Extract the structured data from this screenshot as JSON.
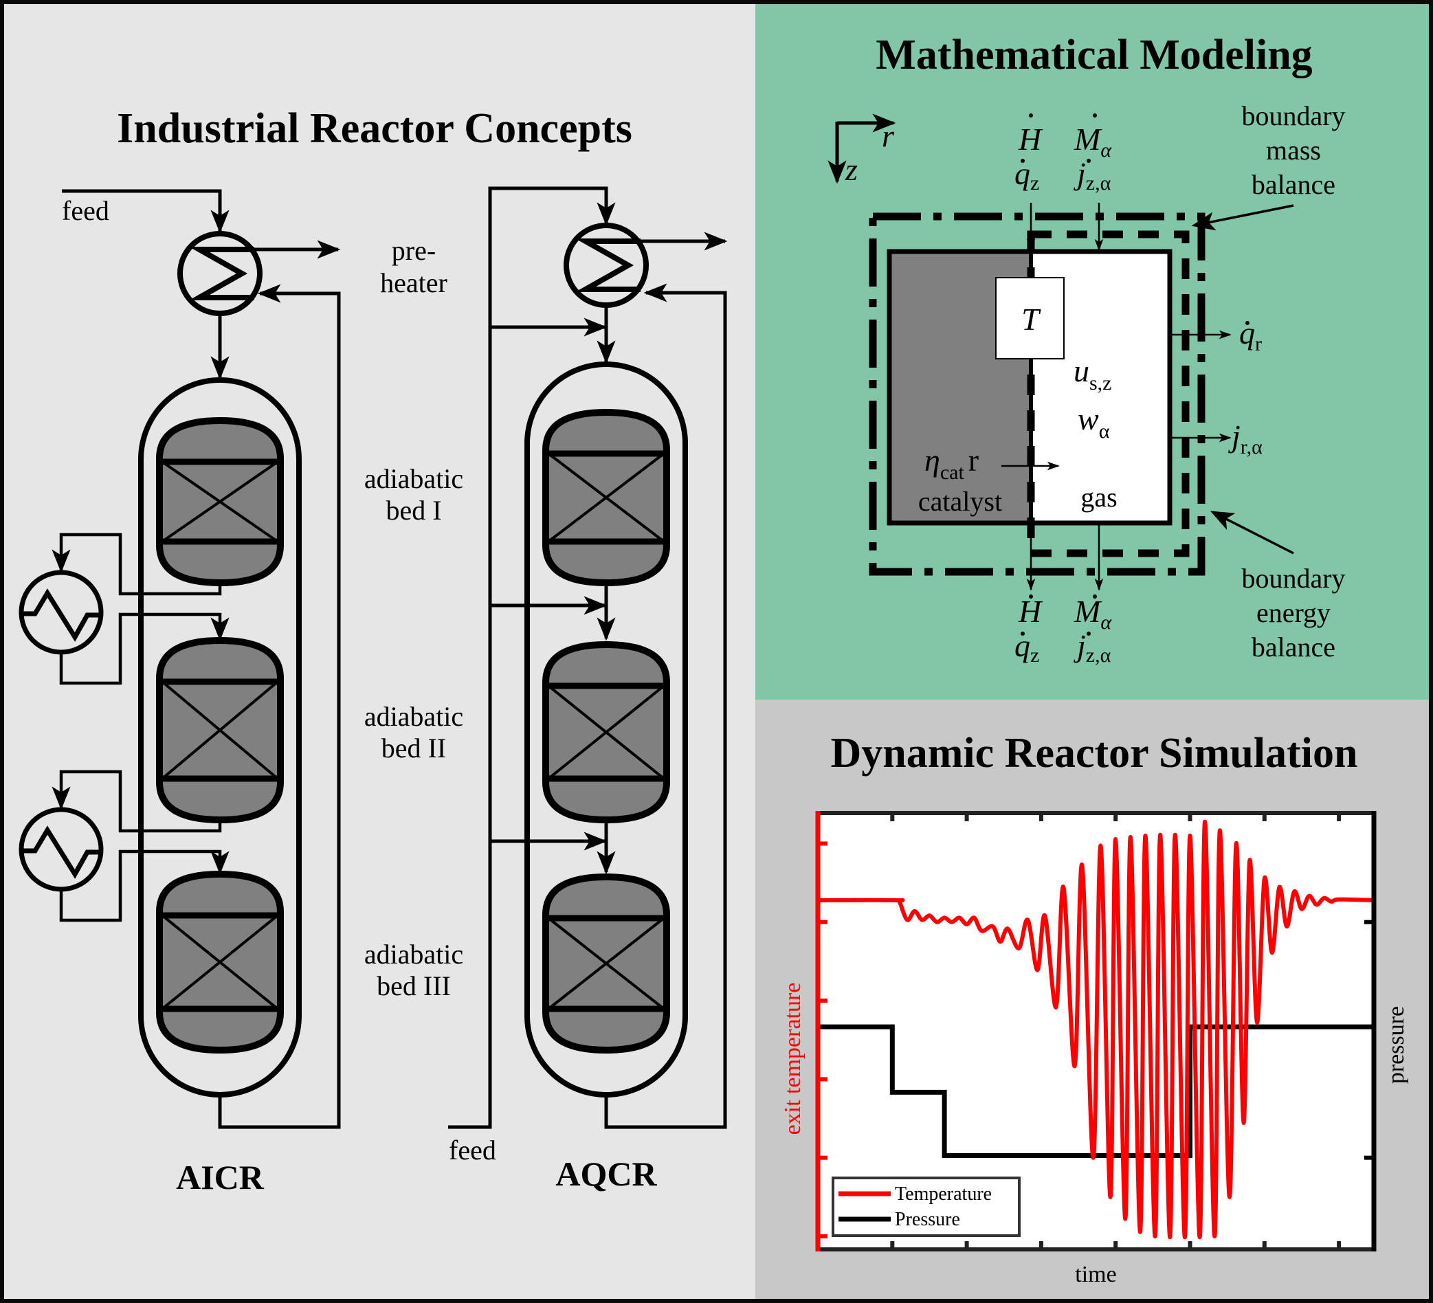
{
  "panels": {
    "reactor_concepts": {
      "title": "Industrial Reactor Concepts",
      "background": "#E6E6E6",
      "aicr": {
        "name": "AICR",
        "feed_label": "feed",
        "beds": 3,
        "interstage_heat_exchangers": 2
      },
      "aqcr": {
        "name": "AQCR",
        "feed_label": "feed",
        "beds": 3,
        "quench_injections": 3
      },
      "labels": {
        "preheater_line1": "pre-",
        "preheater_line2": "heater",
        "bed1_line1": "adiabatic",
        "bed1_line2": "bed I",
        "bed2_line1": "adiabatic",
        "bed2_line2": "bed II",
        "bed3_line1": "adiabatic",
        "bed3_line2": "bed III"
      }
    },
    "modeling": {
      "title": "Mathematical Modeling",
      "background": "#80C6A7",
      "axis_r": "r",
      "axis_z": "z",
      "top_in": {
        "H": "H",
        "qz": "q",
        "qz_sub": "z",
        "M": "M",
        "M_sub": "α",
        "j": "j",
        "j_sub": "z,α"
      },
      "bottom_out": {
        "H": "H",
        "qz": "q",
        "qz_sub": "z",
        "M": "M",
        "M_sub": "α",
        "j": "j",
        "j_sub": "z,α"
      },
      "T_label": "T",
      "us_label": "u",
      "us_sub": "s,z",
      "w_label": "w",
      "w_sub": "α",
      "eta_label": "η",
      "eta_sub": "cat",
      "rate_label": "r",
      "catalyst_label": "catalyst",
      "gas_label": "gas",
      "qr_label": "q",
      "qr_sub": "r",
      "jr_label": "j",
      "jr_sub": "r,α",
      "mass_boundary": [
        "boundary",
        "mass",
        "balance"
      ],
      "energy_boundary": [
        "boundary",
        "energy",
        "balance"
      ],
      "catalyst_color": "#808080",
      "gas_color": "#FFFFFF"
    },
    "simulation": {
      "title": "Dynamic Reactor Simulation",
      "background": "#C8C8C8"
    }
  },
  "chart_data": {
    "type": "line",
    "title": "Dynamic Reactor Simulation",
    "xlabel": "time",
    "ylabel_left": "exit temperature",
    "ylabel_right": "pressure",
    "xlim": [
      0,
      7.47
    ],
    "x_ticks": [
      1,
      2,
      3,
      4,
      5,
      6,
      7
    ],
    "ylim_left": [
      0,
      10
    ],
    "left_ticks": [
      0.3,
      2.1,
      3.9,
      5.7,
      7.5,
      9.3
    ],
    "ylim_right": [
      0,
      10
    ],
    "right_ticks": [
      2.1,
      7.5
    ],
    "tick_labels_shown": false,
    "grid": false,
    "legend": {
      "position": "bottom-left",
      "entries": [
        {
          "name": "Temperature",
          "color": "#FF0000"
        },
        {
          "name": "Pressure",
          "color": "#000000"
        }
      ]
    },
    "series": [
      {
        "name": "Temperature",
        "axis": "left",
        "color": "#FF0000",
        "baseline": 8.0,
        "disturbance_start": 1.05,
        "settled_by": 6.0,
        "points": [
          [
            0,
            8.0
          ],
          [
            1.05,
            8.0
          ],
          [
            1.1,
            7.95
          ],
          [
            1.2,
            7.55
          ],
          [
            1.3,
            7.75
          ],
          [
            1.4,
            7.55
          ],
          [
            1.5,
            7.65
          ],
          [
            1.6,
            7.5
          ],
          [
            1.7,
            7.6
          ],
          [
            1.8,
            7.5
          ],
          [
            1.9,
            7.6
          ],
          [
            2.0,
            7.45
          ],
          [
            2.1,
            7.6
          ],
          [
            2.2,
            7.3
          ],
          [
            2.35,
            7.4
          ],
          [
            2.45,
            7.05
          ],
          [
            2.55,
            7.35
          ],
          [
            2.7,
            6.9
          ],
          [
            2.82,
            7.55
          ],
          [
            2.95,
            6.4
          ],
          [
            3.05,
            7.65
          ],
          [
            3.2,
            5.55
          ],
          [
            3.3,
            8.3
          ],
          [
            3.45,
            4.2
          ],
          [
            3.55,
            8.8
          ],
          [
            3.7,
            2.1
          ],
          [
            3.8,
            9.25
          ],
          [
            3.93,
            1.2
          ],
          [
            4.0,
            9.4
          ],
          [
            4.13,
            0.7
          ],
          [
            4.2,
            9.45
          ],
          [
            4.33,
            0.4
          ],
          [
            4.4,
            9.48
          ],
          [
            4.53,
            0.3
          ],
          [
            4.6,
            9.5
          ],
          [
            4.73,
            0.28
          ],
          [
            4.8,
            9.5
          ],
          [
            4.93,
            0.28
          ],
          [
            5.0,
            9.48
          ],
          [
            5.13,
            0.28
          ],
          [
            5.2,
            9.8
          ],
          [
            5.33,
            0.3
          ],
          [
            5.4,
            9.6
          ],
          [
            5.53,
            1.2
          ],
          [
            5.62,
            9.3
          ],
          [
            5.72,
            2.9
          ],
          [
            5.8,
            8.9
          ],
          [
            5.9,
            5.2
          ],
          [
            6.0,
            8.5
          ],
          [
            6.1,
            6.8
          ],
          [
            6.2,
            8.3
          ],
          [
            6.3,
            7.4
          ],
          [
            6.4,
            8.2
          ],
          [
            6.5,
            7.8
          ],
          [
            6.6,
            8.1
          ],
          [
            6.7,
            7.9
          ],
          [
            6.8,
            8.05
          ],
          [
            6.9,
            7.97
          ],
          [
            7.0,
            8.02
          ],
          [
            7.47,
            8.0
          ]
        ]
      },
      {
        "name": "Pressure",
        "axis": "right",
        "color": "#000000",
        "type": "step",
        "points": [
          [
            0,
            5.1
          ],
          [
            1.0,
            5.1
          ],
          [
            1.0,
            3.6
          ],
          [
            1.7,
            3.6
          ],
          [
            1.7,
            2.15
          ],
          [
            5.0,
            2.15
          ],
          [
            5.0,
            5.1
          ],
          [
            7.47,
            5.1
          ]
        ]
      }
    ]
  }
}
